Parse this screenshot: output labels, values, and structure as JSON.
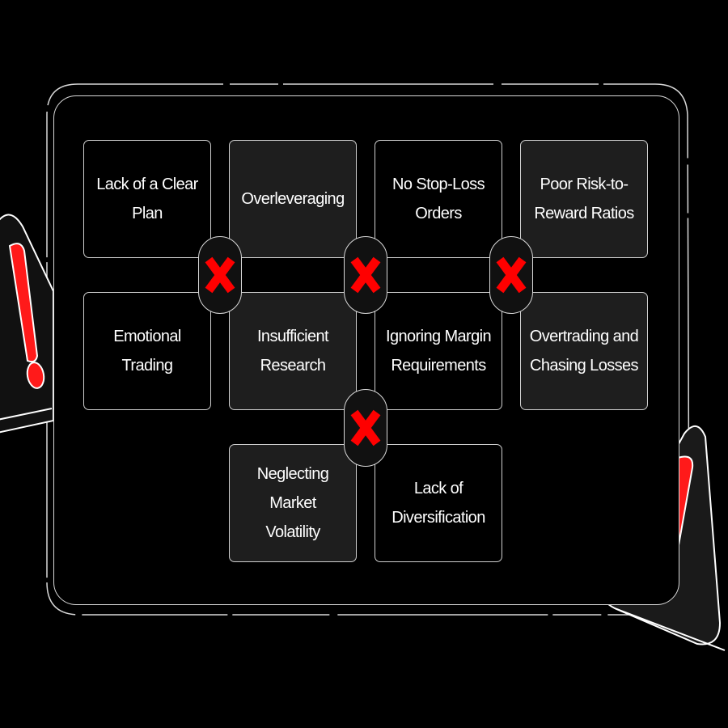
{
  "colors": {
    "background": "#000000",
    "accent": "#ff0000",
    "card_dark": "#000000",
    "card_light": "#1e1e1e",
    "border": "#d8d8d8",
    "text": "#ffffff"
  },
  "cards": [
    {
      "id": "lack-clear-plan",
      "label": "Lack of a Clear\nPlan"
    },
    {
      "id": "overleveraging",
      "label": "Overleveraging"
    },
    {
      "id": "no-stop-loss",
      "label": "No Stop-Loss\nOrders"
    },
    {
      "id": "poor-risk-reward",
      "label": "Poor Risk-to-\nReward Ratios"
    },
    {
      "id": "emotional-trading",
      "label": "Emotional\nTrading"
    },
    {
      "id": "insufficient-research",
      "label": "Insufficient\nResearch"
    },
    {
      "id": "ignoring-margin",
      "label": "Ignoring Margin\nRequirements"
    },
    {
      "id": "overtrading",
      "label": "Overtrading and\nChasing Losses"
    },
    {
      "id": "neglecting-volatility",
      "label": "Neglecting Market\nVolatility"
    },
    {
      "id": "lack-diversification",
      "label": "Lack of\nDiversification"
    }
  ],
  "icons": {
    "badge": "cross-icon",
    "warning": "warning-triangle-icon"
  }
}
